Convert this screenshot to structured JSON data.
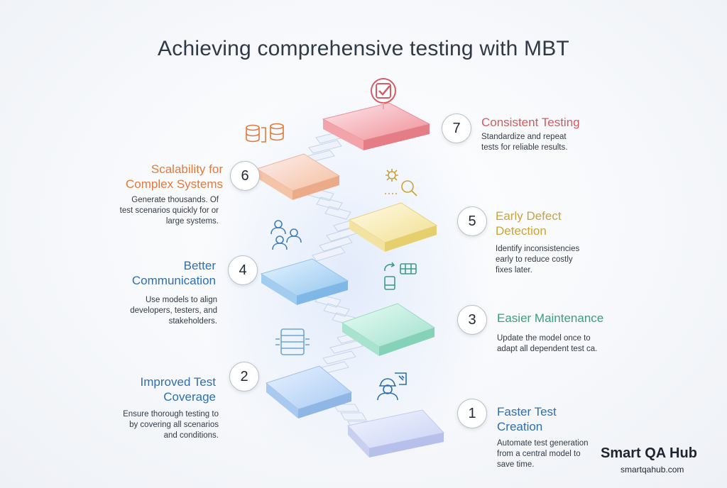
{
  "title": "Achieving comprehensive testing with MBT",
  "steps": [
    {
      "number": "1",
      "heading": "Faster Test\nCreation",
      "description": "Automate test generation\nfrom a central model to\nsave time.",
      "color": "#2f6fb0"
    },
    {
      "number": "2",
      "heading": "Improved Test\nCoverage",
      "description": "Ensure thorough testing to\nby covering all scenarios\nand conditions.",
      "color": "#2f6fb0"
    },
    {
      "number": "3",
      "heading": "Easier Maintenance",
      "description": "Update the model once to\nadapt all dependent test ca.",
      "color": "#3d9c84"
    },
    {
      "number": "4",
      "heading": "Better\nCommunication",
      "description": "Use models to align\ndevelopers, testers, and\nstakeholders.",
      "color": "#2f6fb0"
    },
    {
      "number": "5",
      "heading": "Early Defect\nDetection",
      "description": "Identify inconsistencies\nearly to reduce costly\nfixes later.",
      "color": "#c9a43c"
    },
    {
      "number": "6",
      "heading": "Scalability for\nComplex Systems",
      "description": "Generate thousands. Of\ntest scenarios quickly for or\nlarge systems.",
      "color": "#e07a3d"
    },
    {
      "number": "7",
      "heading": "Consistent Testing",
      "description": "Standardize and repeat\ntests for reliable results.",
      "color": "#d8585e"
    }
  ],
  "brand": {
    "name": "Smart QA Hub",
    "url": "smartqahub.com"
  },
  "icons": [
    "engineer-icon",
    "server-list-icon",
    "refresh-table-icon",
    "people-icon",
    "bug-search-icon",
    "database-icon",
    "checkbox-icon"
  ]
}
